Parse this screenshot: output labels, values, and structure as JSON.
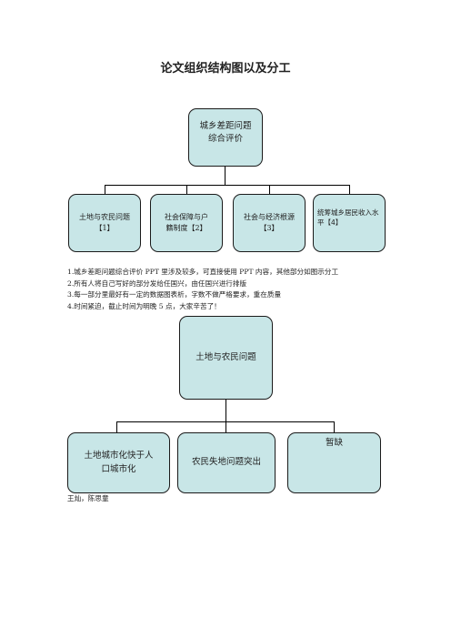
{
  "page": {
    "title": "论文组织结构图以及分工"
  },
  "chart1": {
    "root": "城乡差距问题\n综合评价",
    "children": [
      "土地与农民问题【1】",
      "社会保障与户籍制度【2】",
      "社会与经济根源【3】",
      "统筹城乡居民收入水平【4】"
    ]
  },
  "notes": [
    "1.城乡差距问题综合评价 PPT 里涉及较多，可直接使用 PPT 内容，其他部分如图示分工",
    "2.所有人将自己写好的部分发给任国兴，由任国兴进行排版",
    "3.每一部分里最好有一定的数据图表析，字数不做严格要求，重在质量",
    "4.时间紧迫，截止时间为明晚 5 点，大家辛苦了！"
  ],
  "chart2": {
    "root": "土地与农民问题",
    "children": [
      "土地城市化快于人口城市化",
      "农民失地问题突出",
      "暂缺"
    ]
  },
  "authors": "王灿，陈思童",
  "colors": {
    "box_fill": "#c8e6e7",
    "box_border": "#1a1a1a"
  }
}
